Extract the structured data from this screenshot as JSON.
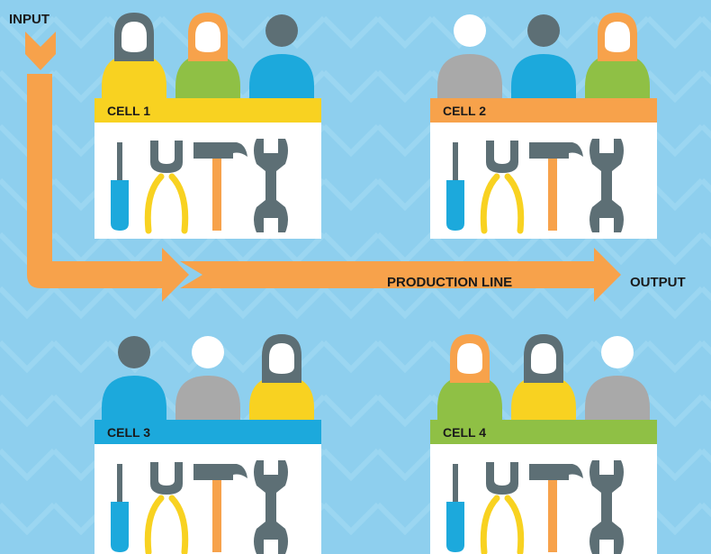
{
  "labels": {
    "input": "INPUT",
    "output": "OUTPUT",
    "production_line": "PRODUCTION LINE"
  },
  "colors": {
    "background": "#8ecfee",
    "arrow": "#f7a24b",
    "yellow": "#f8d221",
    "orange": "#f7a24b",
    "blue": "#1ca9dc",
    "green": "#8fc045",
    "gray": "#a9a9a9",
    "head_dark": "#5d6f75",
    "head_light": "#ffffff",
    "card": "#ffffff"
  },
  "cells": [
    {
      "label": "CELL 1",
      "banner_color": "yellow",
      "workers": [
        {
          "body": "yellow",
          "head": "female-dark"
        },
        {
          "body": "green",
          "head": "female-orange"
        },
        {
          "body": "blue",
          "head": "male-dark"
        }
      ],
      "tools": [
        "screwdriver-icon",
        "pliers-icon",
        "hammer-icon",
        "wrench-icon"
      ]
    },
    {
      "label": "CELL 2",
      "banner_color": "orange",
      "workers": [
        {
          "body": "gray",
          "head": "male-white"
        },
        {
          "body": "blue",
          "head": "male-dark"
        },
        {
          "body": "green",
          "head": "female-orange"
        }
      ],
      "tools": [
        "screwdriver-icon",
        "pliers-icon",
        "hammer-icon",
        "wrench-icon"
      ]
    },
    {
      "label": "CELL 3",
      "banner_color": "blue",
      "workers": [
        {
          "body": "blue",
          "head": "male-dark"
        },
        {
          "body": "gray",
          "head": "male-white"
        },
        {
          "body": "yellow",
          "head": "female-dark"
        }
      ],
      "tools": [
        "screwdriver-icon",
        "pliers-icon",
        "hammer-icon",
        "wrench-icon"
      ]
    },
    {
      "label": "CELL 4",
      "banner_color": "green",
      "workers": [
        {
          "body": "green",
          "head": "female-orange"
        },
        {
          "body": "yellow",
          "head": "female-dark"
        },
        {
          "body": "gray",
          "head": "male-white"
        }
      ],
      "tools": [
        "screwdriver-icon",
        "pliers-icon",
        "hammer-icon",
        "wrench-icon"
      ]
    }
  ]
}
